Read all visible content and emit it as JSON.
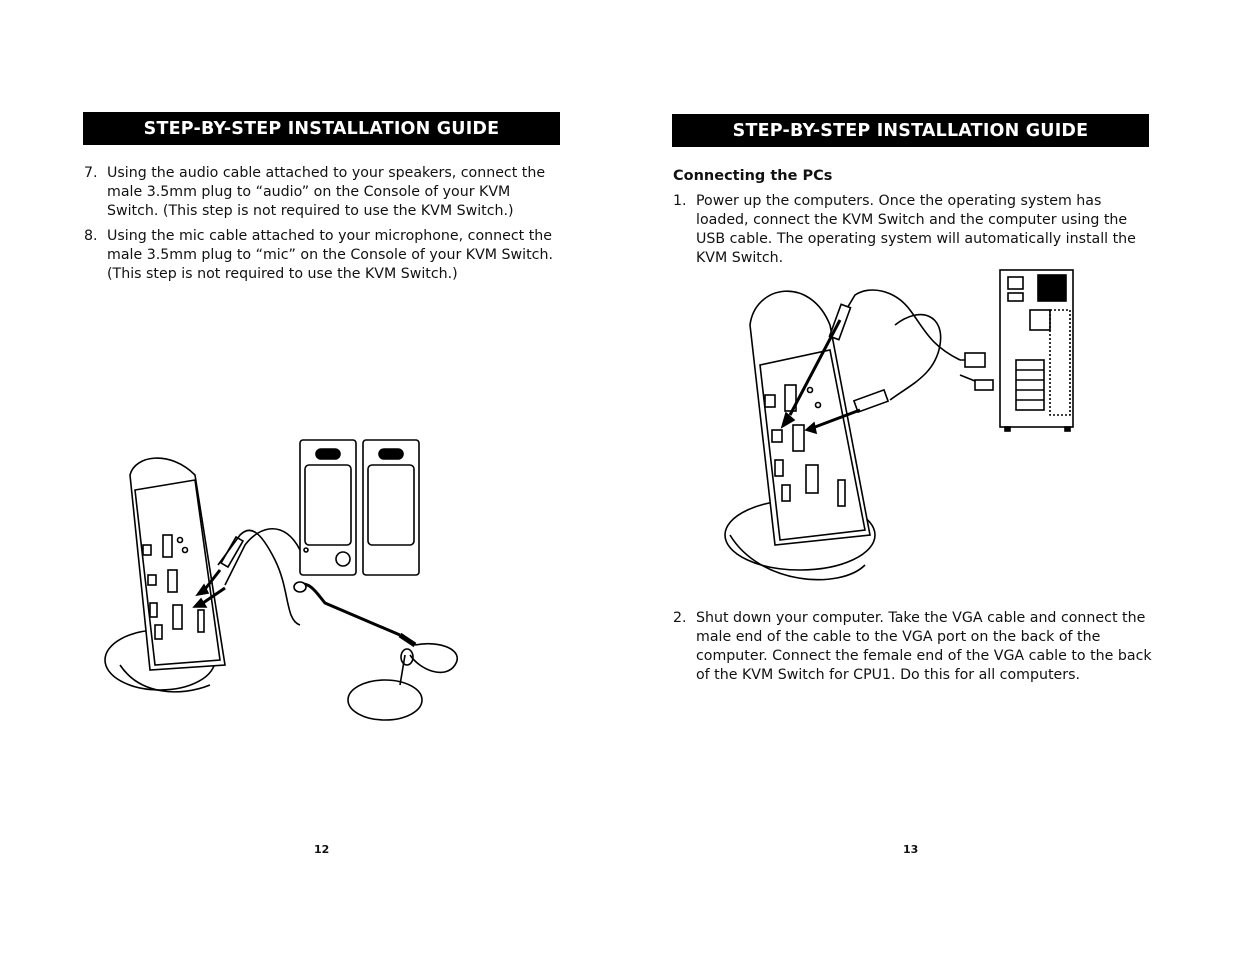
{
  "left_page": {
    "header": "STEP-BY-STEP INSTALLATION GUIDE",
    "steps": [
      {
        "num": "7.",
        "text": "Using the audio cable attached to your speakers, connect the male 3.5mm plug to “audio” on the Console of your KVM Switch. (This step is not required to use the KVM Switch.)"
      },
      {
        "num": "8.",
        "text": "Using the mic cable attached to your microphone, connect the male 3.5mm plug to “mic” on the Console of your KVM Switch. (This step is not required to use the KVM Switch.)"
      }
    ],
    "page_number": "12"
  },
  "right_page": {
    "header": "STEP-BY-STEP INSTALLATION GUIDE",
    "subheading": "Connecting the PCs",
    "steps_top": [
      {
        "num": "1.",
        "text": "Power up the computers. Once the operating system has loaded, connect the KVM Switch and the computer using the USB cable. The operating system will automatically install the KVM Switch."
      }
    ],
    "steps_bottom": [
      {
        "num": "2.",
        "text": "Shut down your computer. Take the VGA cable and connect the male end of the cable to the VGA port on the back of the computer. Connect the female end of the VGA cable to the back of the KVM Switch for CPU1. Do this for all computers."
      }
    ],
    "page_number": "13"
  }
}
